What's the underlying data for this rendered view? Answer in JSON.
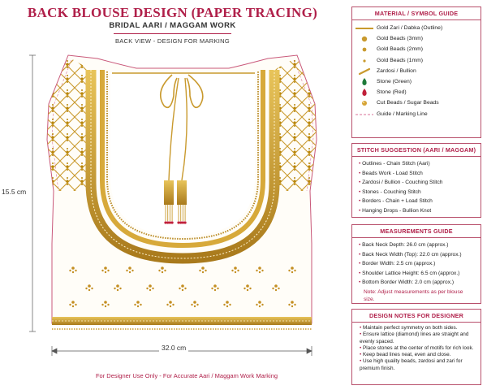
{
  "header": {
    "title": "BACK BLOUSE DESIGN (PAPER TRACING)",
    "subtitle": "BRIDAL AARI / MAGGAM WORK",
    "view_label": "BACK VIEW - DESIGN FOR MARKING"
  },
  "dimensions": {
    "height_label": "15.5 cm",
    "width_label": "32.0 cm"
  },
  "footer": {
    "text": "For Designer Use Only - For Accurate Aari / Maggam Work Marking"
  },
  "legend": {
    "title": "MATERIAL / SYMBOL GUIDE",
    "items": [
      {
        "label": "Gold Zari / Dabka (Outline)",
        "icon": "zari-line-icon"
      },
      {
        "label": "Gold Beads (3mm)",
        "icon": "bead-3mm-icon"
      },
      {
        "label": "Gold Beads (2mm)",
        "icon": "bead-2mm-icon"
      },
      {
        "label": "Gold Beads (1mm)",
        "icon": "bead-1mm-icon"
      },
      {
        "label": "Zardosi / Bullion",
        "icon": "zardosi-icon"
      },
      {
        "label": "Stone (Green)",
        "icon": "stone-green-icon"
      },
      {
        "label": "Stone (Red)",
        "icon": "stone-red-icon"
      },
      {
        "label": "Cut Beads / Sugar Beads",
        "icon": "cut-beads-icon"
      },
      {
        "label": "Guide / Marking Line",
        "icon": "guide-line-icon"
      }
    ]
  },
  "stitch": {
    "title": "STITCH SUGGESTION (AARI / MAGGAM)",
    "items": [
      "Outlines - Chain Stitch (Aari)",
      "Beads Work - Load Stitch",
      "Zardosi / Bullion - Couching Stitch",
      "Stones - Couching Stitch",
      "Borders - Chain + Load Stitch",
      "Hanging Drops - Bullion Knot"
    ]
  },
  "measurements": {
    "title": "MEASUREMENTS GUIDE",
    "items": [
      "Back Neck Depth: 26.0 cm (approx.)",
      "Back Neck Width (Top): 22.0 cm (approx.)",
      "Border Width: 2.5 cm (approx.)",
      "Shoulder Lattice Height: 6.5 cm (approx.)",
      "Bottom Border Width: 2.0 cm (approx.)"
    ],
    "note": "Note: Adjust measurements as per blouse size."
  },
  "design_notes": {
    "title": "DESIGN NOTES FOR DESIGNER",
    "items": [
      "Maintain perfect symmetry on both sides.",
      "Ensure lattice (diamond) lines are straight and evenly spaced.",
      "Place stones at the center of motifs for rich look.",
      "Keep bead lines neat, even and close.",
      "Use high quality beads, zardosi and zari for premium finish."
    ]
  },
  "colors": {
    "accent": "#b0204a",
    "gold": "#c99a2e",
    "gold_dark": "#9c7418",
    "stone_green": "#1f7a3a",
    "stone_red": "#c0203a",
    "guide": "#d9739a"
  }
}
